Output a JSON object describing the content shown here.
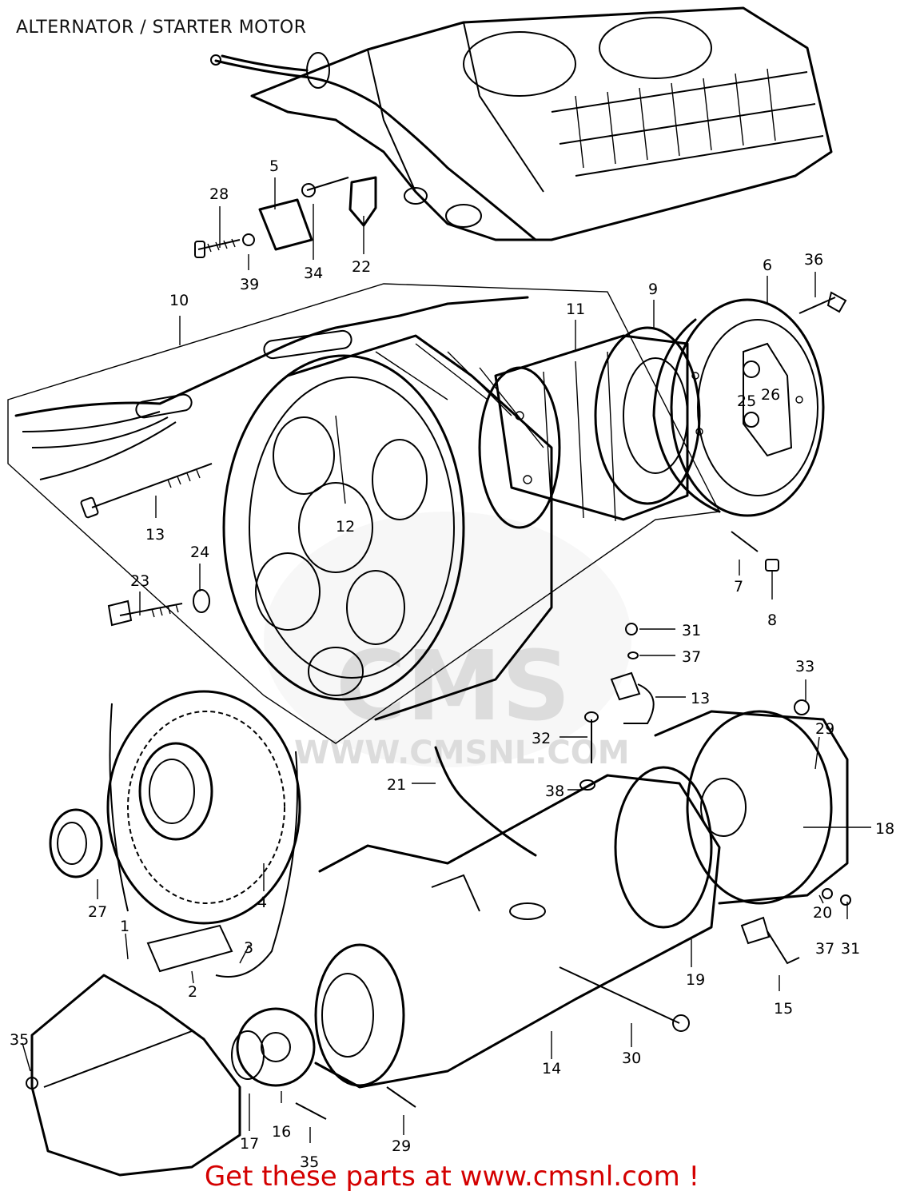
{
  "title": "ALTERNATOR / STARTER MOTOR",
  "footer_cta": "Get these parts at www.cmsnl.com !",
  "watermark": {
    "brand": "CMS",
    "url": "WWW.CMSNL.COM"
  },
  "colors": {
    "cta": "#d40000",
    "ink": "#000000",
    "watermark": "#dcdcdc"
  },
  "callouts": [
    "28",
    "5",
    "39",
    "34",
    "22",
    "36",
    "6",
    "10",
    "9",
    "11",
    "25",
    "26",
    "12",
    "13",
    "24",
    "23",
    "7",
    "8",
    "31",
    "37",
    "33",
    "13",
    "32",
    "29",
    "21",
    "38",
    "18",
    "27",
    "4",
    "1",
    "2",
    "3",
    "20",
    "37",
    "31",
    "19",
    "15",
    "35",
    "17",
    "16",
    "35",
    "29",
    "14",
    "30"
  ]
}
